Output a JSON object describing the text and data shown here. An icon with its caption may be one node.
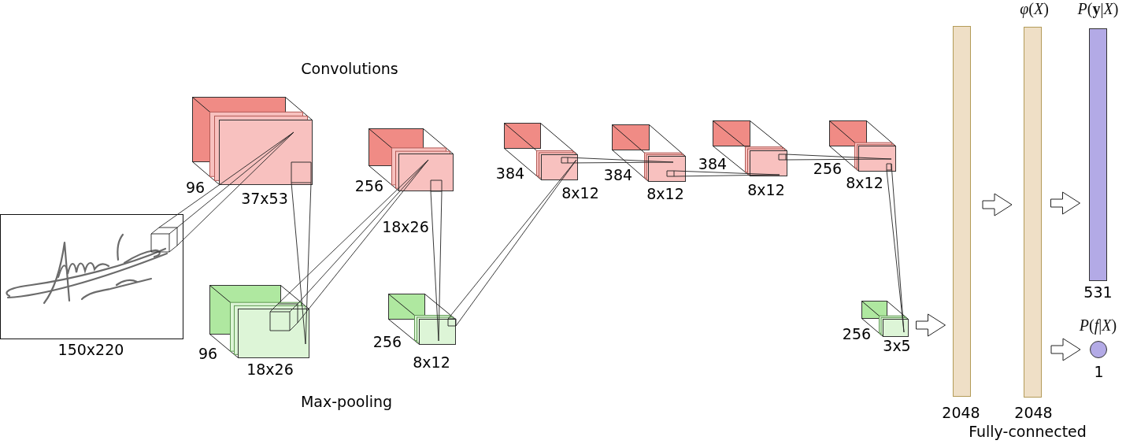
{
  "diagram": {
    "nodes": [
      {
        "text": [
          "150x220"
        ]
      },
      {
        "text": [
          "96",
          "37x53"
        ]
      },
      {
        "text": [
          "96",
          "18x26"
        ]
      },
      {
        "text": [
          "256",
          "18x26"
        ]
      },
      {
        "text": [
          "256",
          "8x12"
        ]
      },
      {
        "text": [
          "384",
          "8x12"
        ]
      },
      {
        "text": [
          "384",
          "8x12"
        ]
      },
      {
        "text": [
          "384",
          "8x12"
        ]
      },
      {
        "text": [
          "256",
          "8x12"
        ]
      },
      {
        "text": [
          "256",
          "3x5"
        ]
      },
      {
        "text": [
          "2048"
        ]
      },
      {
        "text": [
          "*φ*(*X*)",
          "2048"
        ]
      },
      {
        "text": [
          "*P*(**y**|*X*)",
          "531"
        ]
      },
      {
        "text": [
          "*P*(*f*|*X*)",
          "1"
        ]
      }
    ],
    "edges": [
      {
        "from": 0,
        "to": 1,
        "arrow": "other"
      },
      {
        "from": 1,
        "to": 2,
        "arrow": "other"
      },
      {
        "from": 2,
        "to": 3,
        "arrow": "other"
      },
      {
        "from": 3,
        "to": 4,
        "arrow": "other"
      },
      {
        "from": 4,
        "to": 5,
        "arrow": "other"
      },
      {
        "from": 5,
        "to": 6,
        "arrow": "other"
      },
      {
        "from": 6,
        "to": 7,
        "arrow": "other"
      },
      {
        "from": 7,
        "to": 8,
        "arrow": "other"
      },
      {
        "from": 8,
        "to": 9,
        "arrow": "other"
      },
      {
        "from": 9,
        "to": 10,
        "arrow": "to",
        "style": "thick"
      },
      {
        "from": 10,
        "to": 11,
        "arrow": "to",
        "style": "thick"
      },
      {
        "from": 11,
        "to": 12,
        "arrow": "to",
        "style": "thick"
      },
      {
        "from": 11,
        "to": 13,
        "arrow": "to",
        "style": "thick"
      }
    ],
    "labels": [
      "Convolutions",
      "Max-pooling",
      "Fully-connected"
    ]
  }
}
